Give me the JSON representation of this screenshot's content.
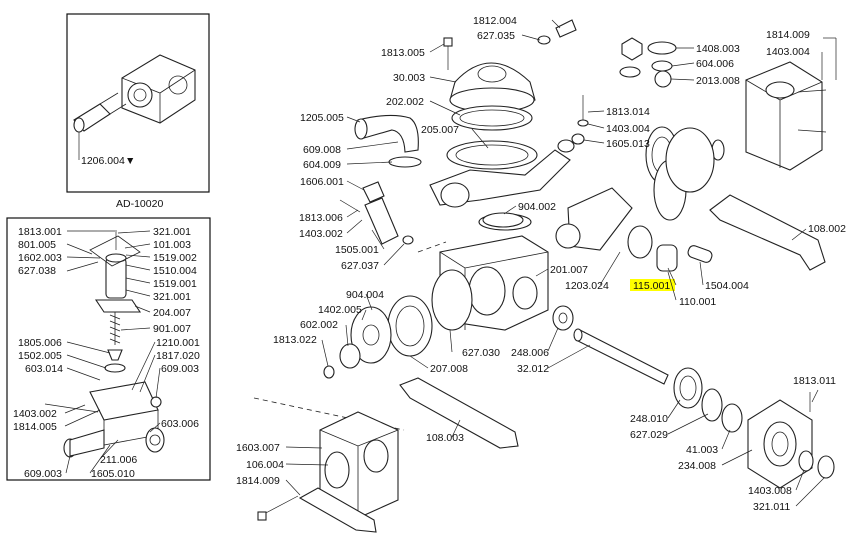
{
  "highlight_color": "#ffff00",
  "inset_top": {
    "code": "AD-10020",
    "part": "1206.004",
    "marker": "▼"
  },
  "inset_left": [
    "1813.001",
    "801.005",
    "1602.003",
    "627.038",
    "321.001",
    "101.003",
    "1519.002",
    "1510.004",
    "1519.001",
    "321.001",
    "204.007",
    "901.007",
    "1805.006",
    "1502.005",
    "1210.001",
    "1817.020",
    "603.014",
    "609.003",
    "1403.002",
    "1814.005",
    "603.006",
    "211.006",
    "609.003",
    "1605.010"
  ],
  "main": [
    "1812.004",
    "627.035",
    "1813.005",
    "30.003",
    "202.002",
    "1205.005",
    "205.007",
    "609.008",
    "604.009",
    "1606.001",
    "1813.006",
    "1403.002",
    "1505.001",
    "627.037",
    "1813.014",
    "1403.004",
    "1605.013",
    "1408.003",
    "604.006",
    "2013.008",
    "1814.009",
    "1403.004",
    "904.002",
    "201.007",
    "1203.024",
    "115.001",
    "110.001",
    "1504.004",
    "108.002",
    "904.004",
    "1402.005",
    "602.002",
    "1813.022",
    "627.030",
    "248.006",
    "207.008",
    "32.012",
    "108.003",
    "1813.011",
    "248.010",
    "627.029",
    "41.003",
    "234.008",
    "1403.008",
    "321.011",
    "1603.007",
    "106.004",
    "1814.009"
  ]
}
